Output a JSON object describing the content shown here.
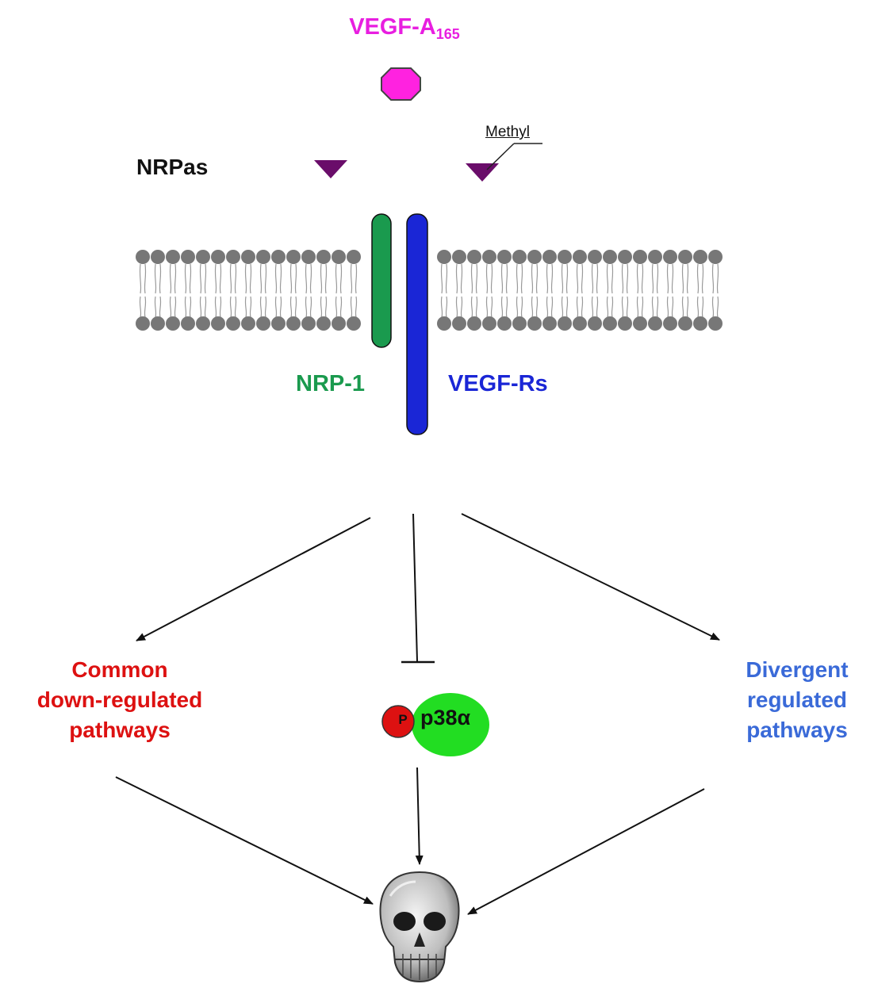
{
  "ligand": {
    "label": "VEGF-A",
    "subscript": "165",
    "color": "#e81ee0"
  },
  "inhibitor": {
    "label": "NRPas",
    "annotation": "Methyl",
    "color": "#6a0d6a"
  },
  "receptors": {
    "nrp1": {
      "label": "NRP-1",
      "color": "#1a9a4e"
    },
    "vegfr": {
      "label": "VEGF-Rs",
      "color": "#1a26d6"
    }
  },
  "outcomes": {
    "common": {
      "lines": [
        "Common",
        "down-regulated",
        "pathways"
      ],
      "color": "#dd1111"
    },
    "divergent": {
      "lines": [
        "Divergent",
        "regulated",
        "pathways"
      ],
      "color": "#3a6ad8"
    },
    "kinase": {
      "label": "p38α",
      "phospho": "P",
      "color": "#22dd22",
      "phospho_color": "#dd1111"
    }
  },
  "endpoint": {
    "icon": "skull-icon"
  }
}
